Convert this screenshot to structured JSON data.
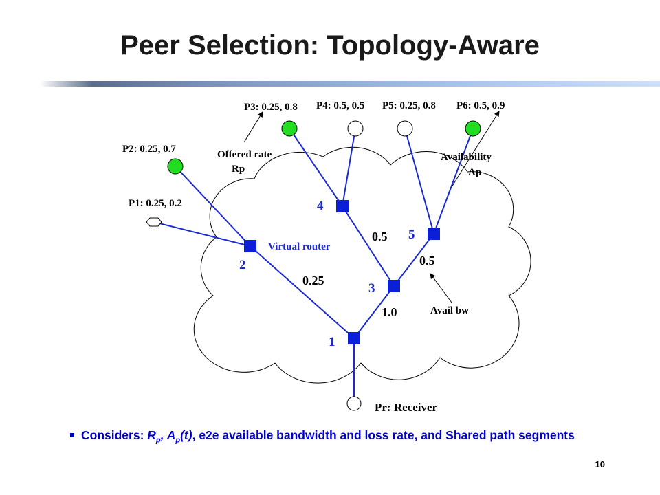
{
  "title": "Peer Selection: Topology-Aware",
  "peers": {
    "p1": "P1: 0.25, 0.2",
    "p2": "P2: 0.25, 0.7",
    "p3": "P3: 0.25, 0.8",
    "p4": "P4: 0.5, 0.5",
    "p5": "P5: 0.25, 0.8",
    "p6": "P6: 0.5, 0.9",
    "receiver": "Pr: Receiver"
  },
  "routers": [
    "1",
    "2",
    "3",
    "4",
    "5"
  ],
  "bandwidths": {
    "link_1_2": "0.25",
    "link_1_3": "1.0",
    "link_3_4": "0.5",
    "link_3_5": "0.5"
  },
  "annotations": {
    "offered_rate_line1": "Offered rate",
    "offered_rate_line2": "Rp",
    "availability_line1": "Availability",
    "availability_line2": "Ap",
    "virtual_router": "Virtual router",
    "avail_bw": "Avail bw"
  },
  "bullet": {
    "prefix": "Considers: ",
    "rp_main": "R",
    "rp_sub": "p",
    "sep1": ", ",
    "ap_main": "A",
    "ap_sub": "p",
    "ap_tail": "(t)",
    "rest": ", e2e  available  bandwidth and loss rate, and Shared path segments"
  },
  "slide_number": "10",
  "colors": {
    "link": "#1a2ad0",
    "router": "#0b1fd9",
    "peer_active": "#22dd22",
    "bullet_text": "#0000cc"
  }
}
